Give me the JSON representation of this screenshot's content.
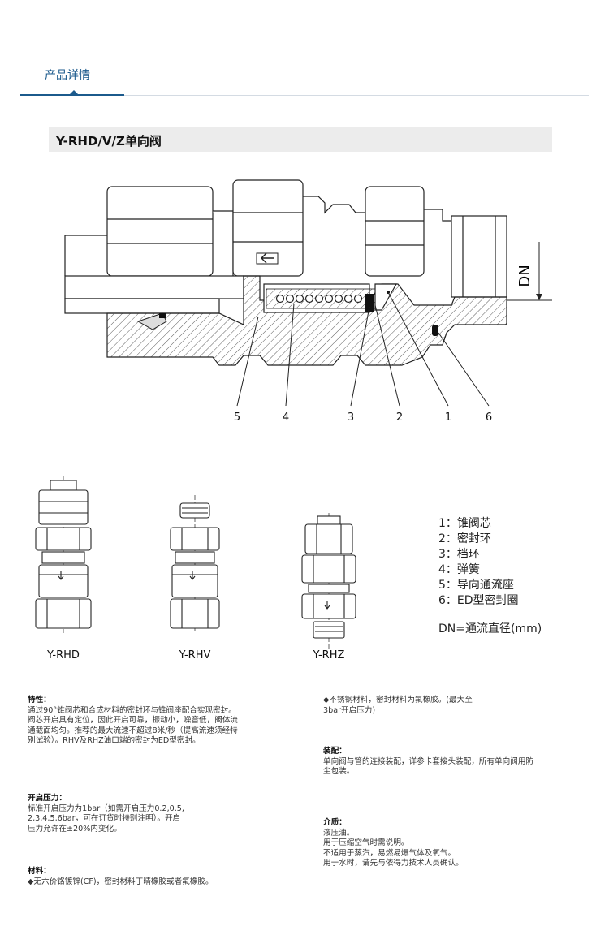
{
  "header": {
    "tab_title": "产品详情"
  },
  "section": {
    "title": "Y-RHD/V/Z单向阀"
  },
  "diagram": {
    "dn_label": "DN",
    "callouts": [
      "5",
      "4",
      "3",
      "2",
      "1",
      "6"
    ]
  },
  "variants": [
    "Y-RHD",
    "Y-RHV",
    "Y-RHZ"
  ],
  "legend": {
    "items": [
      "1：锥阀芯",
      "2：密封环",
      "3：档环",
      "4：弹簧",
      "5：导向通流座",
      "6：ED型密封圈"
    ],
    "dn_note": "DN=通流直径(mm)"
  },
  "text_blocks": {
    "features": {
      "title": "特性：",
      "body": "通过90°锥阀芯和合成材料的密封环与锥阀座配合实现密封。\n阀芯开启具有定位，因此开启可靠，振动小，噪音低，阀体流\n通截面均匀。推荐的最大流速不超过8米/秒（提高流速须经特\n别试验）。RHV及RHZ油口端的密封为ED型密封。"
    },
    "stainless": {
      "body": "◆不锈钢材料，密封材料为氟橡胶。(最大至\n3bar开启压力)"
    },
    "assembly": {
      "title": "装配：",
      "body": "单向阀与管的连接装配，详参卡套接头装配，所有单向阀用防\n尘包装。"
    },
    "cracking_pressure": {
      "title": "开启压力：",
      "body": "标准开启压力为1bar（如需开启压力0.2,0.5,\n2,3,4,5,6bar，可在订货时特别注明）。开启\n压力允许在±20%内变化。"
    },
    "medium": {
      "title": "介质：",
      "body": "液压油。\n用于压缩空气时需说明。\n不适用于蒸汽，易燃易爆气体及氧气。\n用于水时，请先与依得力技术人员确认。"
    },
    "material": {
      "title": "材料：",
      "body": "◆无六价铬镀锌(CF)，密封材料丁晴橡胶或者氟橡胶。"
    }
  }
}
